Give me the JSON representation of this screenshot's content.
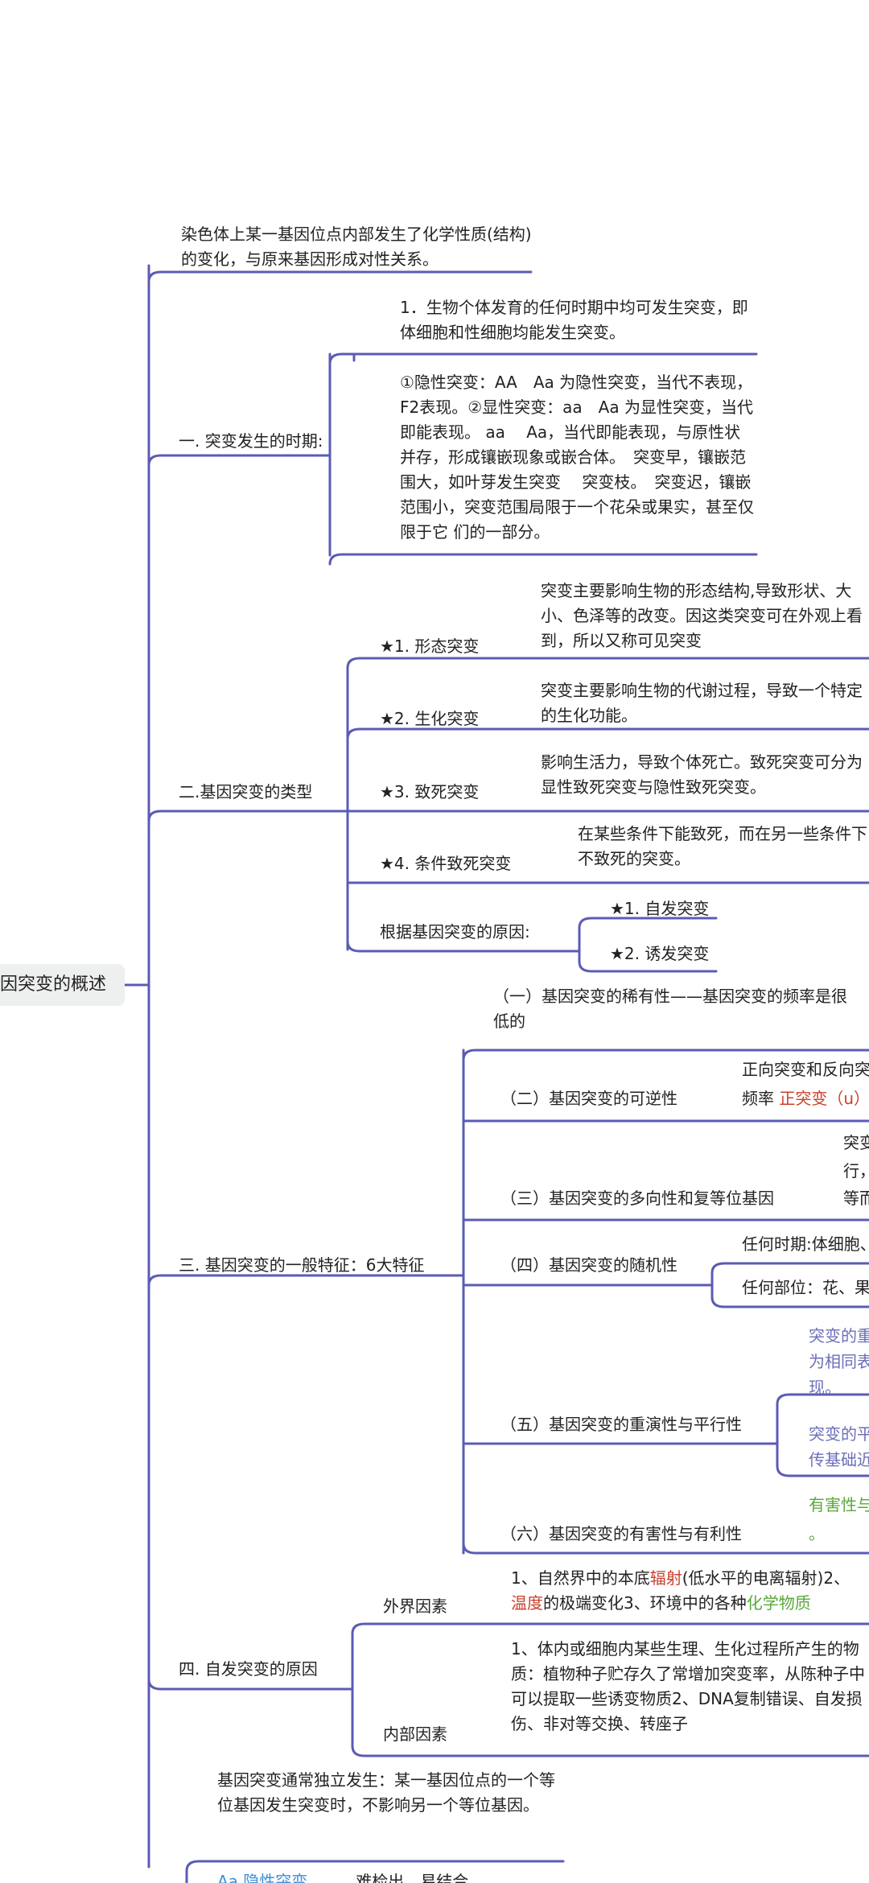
{
  "root": "因突变的概述",
  "top_note": "染色体上某一基因位点内部发生了化学性质(结构)的变化，与原来基因形成对性关系。",
  "s1": {
    "label": "一. 突变发生的时期:",
    "a": "1．生物个体发育的任何时期中均可发生突变，即体细胞和性细胞均能发生突变。",
    "b": "①隐性突变：AA　Aa 为隐性突变，当代不表现，F2表现。②显性突变：aa　Aa 为显性突变，当代即能表现。 aa　 Aa，当代即能表现，与原性状并存，形成镶嵌现象或嵌合体。　突变早，镶嵌范围大，如叶芽发生突变　 突变枝。　突变迟，镶嵌范围小，突变范围局限于一个花朵或果实，甚至仅限于它 们的一部分。"
  },
  "s2": {
    "label": "二.基因突变的类型",
    "t1": {
      "label": "★1. 形态突变",
      "desc": "突变主要影响生物的形态结构,导致形状、大小、色泽等的改变。因这类突变可在外观上看到，所以又称可见突变"
    },
    "t2": {
      "label": "★2. 生化突变",
      "desc": "突变主要影响生物的代谢过程，导致一个特定的生化功能。"
    },
    "t3": {
      "label": "★3. 致死突变",
      "desc": "影响生活力，导致个体死亡。致死突变可分为显性致死突变与隐性致死突变。"
    },
    "t4": {
      "label": "★4. 条件致死突变",
      "desc": "在某些条件下能致死，而在另一些条件下不致死的突变。"
    },
    "t5": {
      "label": "根据基因突变的原因:",
      "a": "★1. 自发突变",
      "b": "★2. 诱发突变"
    }
  },
  "s3": {
    "label": "三. 基因突变的一般特征：6大特征",
    "f1": "（一）基因突变的稀有性——基因突变的频率是很低的",
    "f2": {
      "label": "（二）基因突变的可逆性",
      "d1": "正向突变和反向突",
      "d2a": "频率 ",
      "d2b": "正突变（u）"
    },
    "f3": {
      "label": "（三）基因突变的多向性和复等位基因",
      "d1": "突变",
      "d2": "行，",
      "d3": "等而"
    },
    "f4": {
      "label": "（四）基因突变的随机性",
      "d1": "任何时期:体细胞、",
      "d2": "任何部位：花、果"
    },
    "f5": {
      "label": "（五）基因突变的重演性与平行性",
      "d1": "突变的重",
      "d2": "为相同表",
      "d3": "现。",
      "d4": "突变的平",
      "d5": "传基础近"
    },
    "f6": {
      "label": "（六）基因突变的有害性与有利性",
      "d1": "有害性与",
      "d2": "。"
    }
  },
  "s4": {
    "label": "四. 自发突变的原因",
    "ext_label": "外界因素",
    "ext_1": "1、自然界中的本底",
    "ext_2": "辐射",
    "ext_3": "(低水平的电离辐射)2、",
    "ext_4": "温度",
    "ext_5": "的极端变化3、环境中的各种",
    "ext_6": "化学物质",
    "int_label": "内部因素",
    "int_desc": "1、体内或细胞内某些生理、生化过程所产生的物质：植物种子贮存久了常增加突变率，从陈种子中可以提取一些诱变物质2、DNA复制错误、自发损伤、非对等交换、转座子"
  },
  "bottom_note": "基因突变通常独立发生：某一基因位点的一个等位基因发生突变时，不影响另一个等位基因。",
  "bottom_cut": {
    "a": "Aa",
    "b": "隐性突变",
    "c": "难检出，易结合"
  },
  "colors": {
    "line": "#5b5bb5",
    "red": "#c8412b",
    "green": "#5aa83a",
    "purple": "#6b6fb8"
  }
}
